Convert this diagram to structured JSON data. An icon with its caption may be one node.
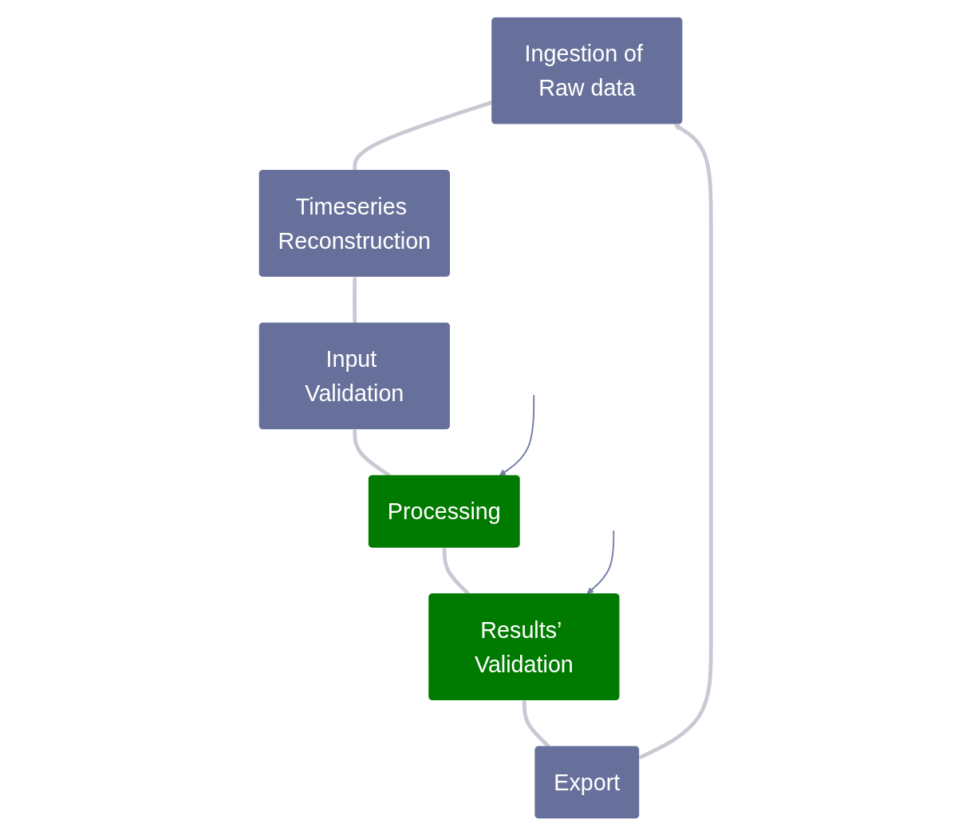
{
  "diagram": {
    "nodes": [
      {
        "text": [
          "Ingestion of Raw data"
        ]
      },
      {
        "text": [
          "Timeseries Reconstruction"
        ]
      },
      {
        "text": [
          "Input Validation"
        ]
      },
      {
        "text": [
          "Processing"
        ]
      },
      {
        "text": [
          "Results’ Validation"
        ]
      },
      {
        "text": [
          "Export"
        ]
      }
    ],
    "edges": [
      {
        "from": 0,
        "to": 1,
        "arrow": "none"
      },
      {
        "from": 1,
        "to": 2,
        "arrow": "none"
      },
      {
        "from": 2,
        "to": 3,
        "arrow": "none"
      },
      {
        "from": 3,
        "to": 4,
        "arrow": "none"
      },
      {
        "from": 4,
        "to": 5,
        "arrow": "none"
      },
      {
        "from": 5,
        "to": 0,
        "arrow": "to"
      },
      {
        "from": null,
        "to": 4,
        "arrow": "to",
        "color": "#7480a8"
      },
      {
        "from": null,
        "to": 3,
        "arrow": "to",
        "color": "#7480a8"
      }
    ]
  }
}
